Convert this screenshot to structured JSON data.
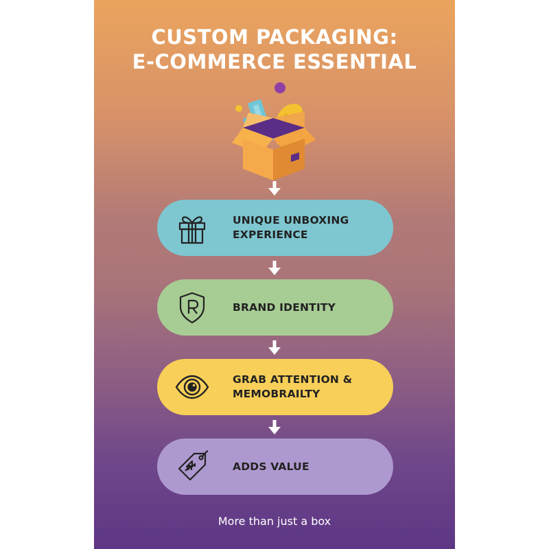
{
  "title": {
    "line1": "CUSTOM PACKAGING:",
    "line2": "E-COMMERCE ESSENTIAL"
  },
  "hero_icon": "open-gift-box-icon",
  "steps": [
    {
      "line1": "UNIQUE UNBOXING",
      "line2": "EXPERIENCE",
      "icon": "gift-icon",
      "color": "#7ec6d0"
    },
    {
      "line1": "BRAND IDENTITY",
      "line2": "",
      "icon": "registered-shield-icon",
      "color": "#a7cc94"
    },
    {
      "line1": "GRAB ATTENTION &",
      "line2": "MEMOBRAILTY",
      "icon": "eye-icon",
      "color": "#f8cf59"
    },
    {
      "line1": "ADDS VALUE",
      "line2": "",
      "icon": "price-tag-arrow-icon",
      "color": "#ad99cf"
    }
  ],
  "footer": "More than just a box",
  "colors": {
    "gradient_top": "#eba45d",
    "gradient_bottom": "#5d3685",
    "text_light": "#ffffff",
    "text_dark": "#222222"
  }
}
